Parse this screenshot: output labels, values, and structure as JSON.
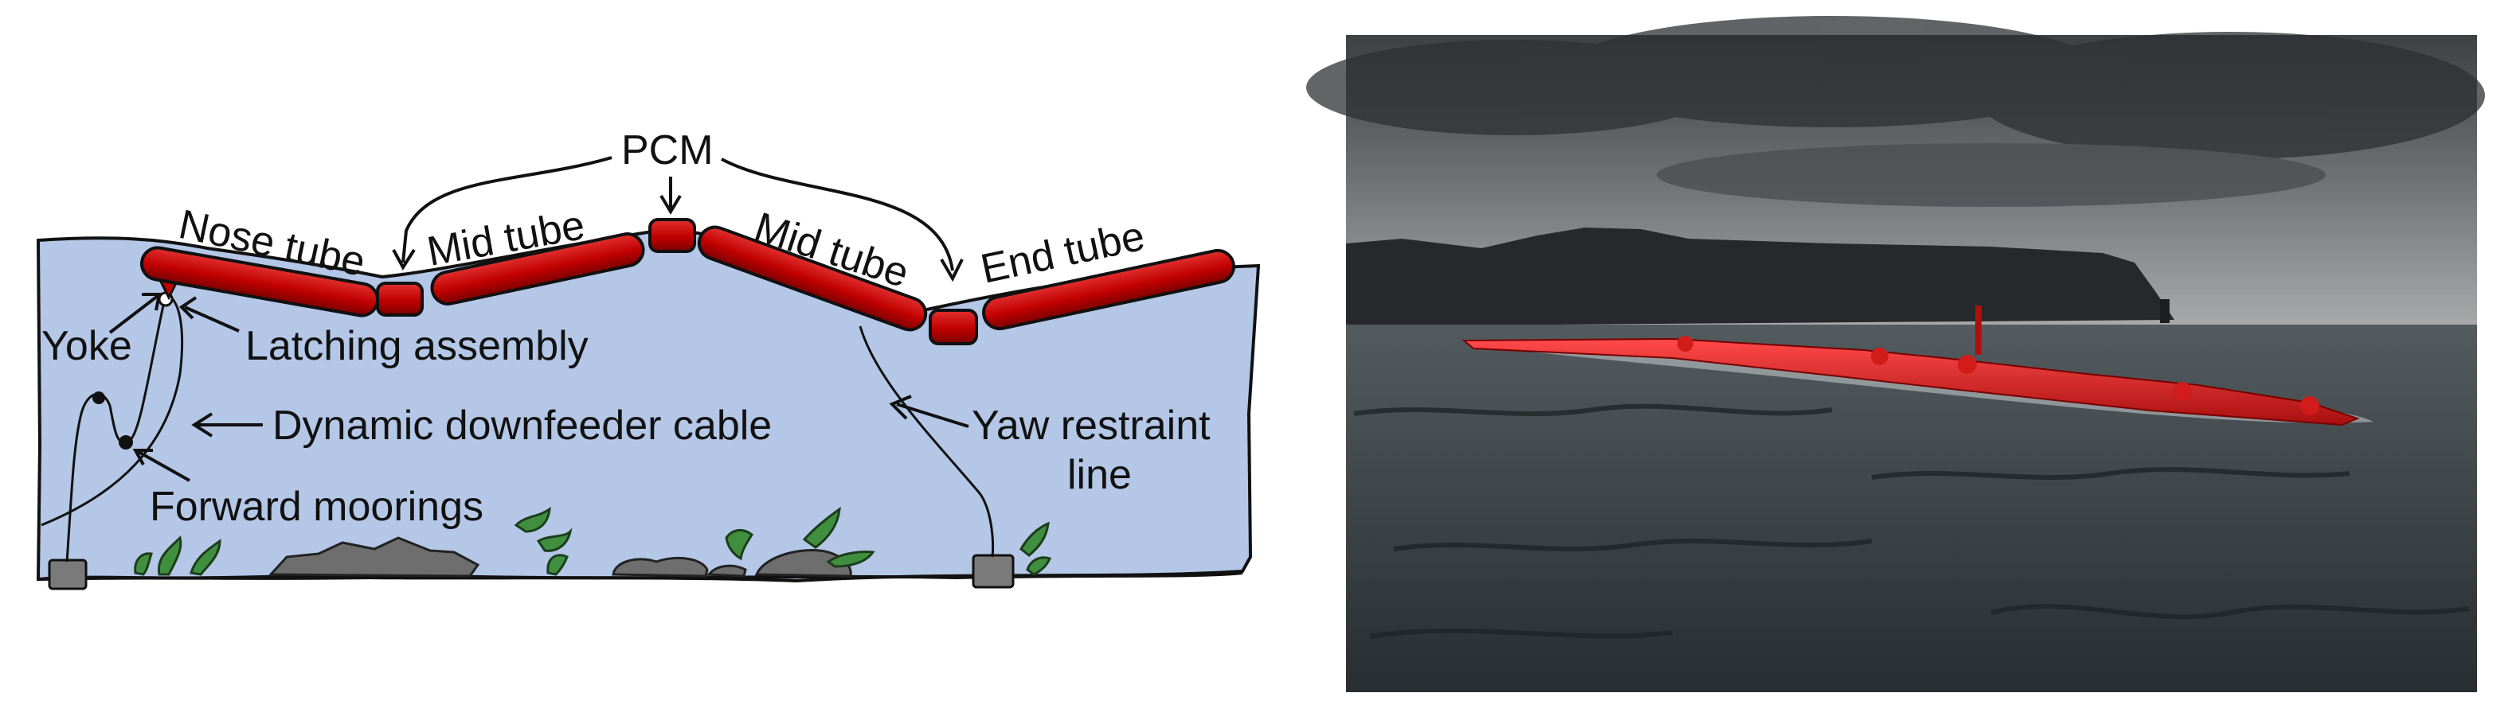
{
  "diagram": {
    "labels": {
      "pcm": "PCM",
      "nose_tube": "Nose tube",
      "mid_tube_1": "Mid tube",
      "mid_tube_2": "Mid tube",
      "end_tube": "End tube",
      "yoke": "Yoke",
      "latching": "Latching assembly",
      "downfeeder": "Dynamic downfeeder cable",
      "yaw_1": "Yaw restraint",
      "yaw_2": "line",
      "moorings": "Forward moorings"
    },
    "colors": {
      "water": "#b4c7e7",
      "tube": "#c00000",
      "tube_dark": "#8b0000",
      "seaweed": "#3f8f3f",
      "rock": "#6e6e6e",
      "anchor": "#7a7a7a"
    }
  },
  "photo": {
    "colors": {
      "sky": "#5e6064",
      "cliff": "#25292b",
      "sea": "#3c4346",
      "device": "#d81c1c"
    }
  }
}
